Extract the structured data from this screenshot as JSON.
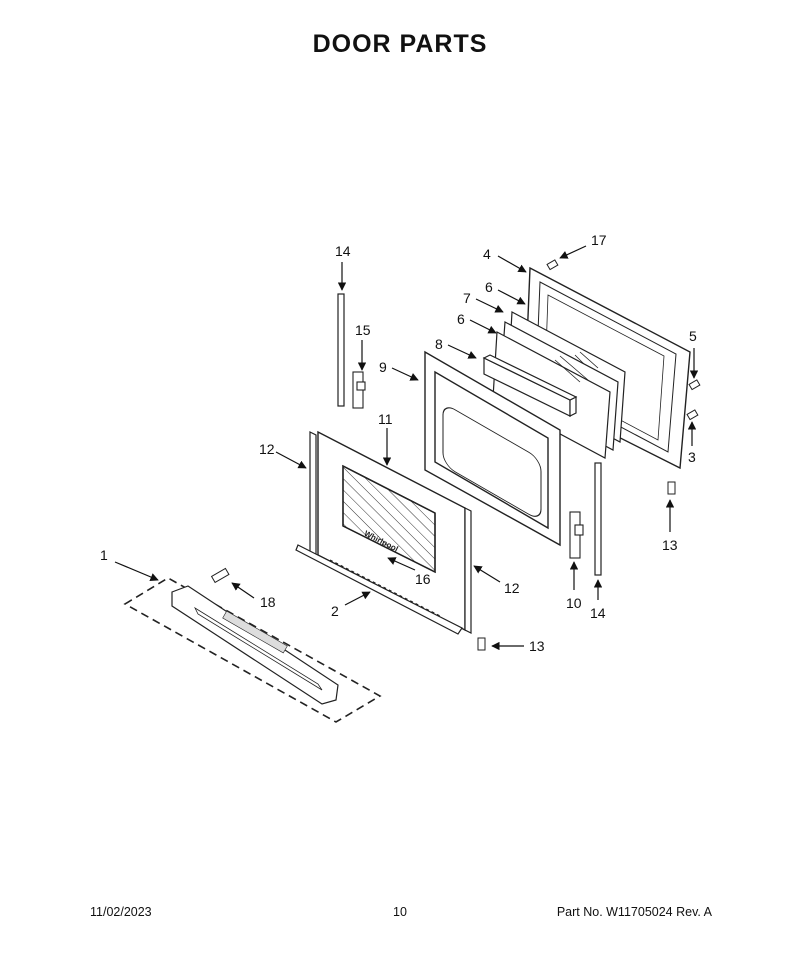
{
  "page_title": "DOOR PARTS",
  "callouts": {
    "c1": "1",
    "c2": "2",
    "c3": "3",
    "c4": "4",
    "c5": "5",
    "c6a": "6",
    "c6b": "6",
    "c7": "7",
    "c8": "8",
    "c9": "9",
    "c10": "10",
    "c11": "11",
    "c12a": "12",
    "c12b": "12",
    "c13a": "13",
    "c13b": "13",
    "c14a": "14",
    "c14b": "14",
    "c15": "15",
    "c16": "16",
    "c17": "17",
    "c18": "18"
  },
  "brand_logo_text": "Whirlpool",
  "footer": {
    "date": "11/02/2023",
    "page": "10",
    "part_no": "Part No.  W11705024  Rev.  A"
  }
}
